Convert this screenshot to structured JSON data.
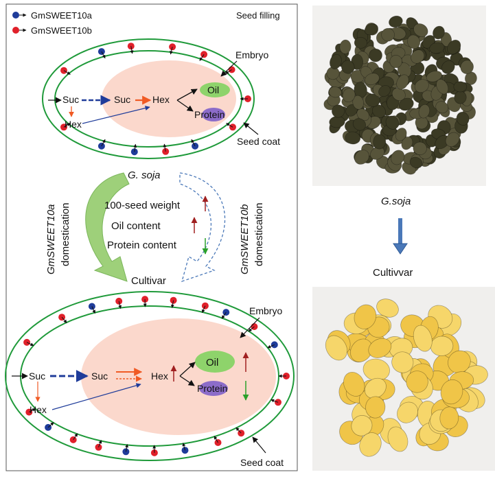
{
  "legend": {
    "transporter_a": "GmSWEET10a",
    "transporter_b": "GmSWEET10b",
    "stage": "Seed filling"
  },
  "colors": {
    "transporter_a": "#1f3c9a",
    "transporter_b": "#e0202a",
    "membrane": "#1f9a3a",
    "embryo": "#fbd8cc",
    "oil": "#8ed36b",
    "protein": "#8c6cc9",
    "domestication_a": "#9ed07a",
    "domestication_b": "#4a78b8",
    "increase": "#a02020",
    "decrease": "#2aa02a",
    "suc_arrow": "#1f3c9a",
    "hex_arrow": "#f05a24"
  },
  "wild_seed": {
    "suc_outer": "Suc",
    "hex_outer": "Hex",
    "suc_inner": "Suc",
    "hex_inner": "Hex",
    "oil": "Oil",
    "protein": "Protein",
    "embryo": "Embryo",
    "seed_coat": "Seed coat"
  },
  "domestication": {
    "wild": "G. soja",
    "cultivar": "Cultivar",
    "left_gene": "GmSWEET10a",
    "right_gene": "GmSWEET10b",
    "left_word": "domestication",
    "right_word": "domestication",
    "traits": [
      {
        "label": "100-seed weight",
        "trend": "up"
      },
      {
        "label": "Oil content",
        "trend": "up"
      },
      {
        "label": "Protein content",
        "trend": "down"
      }
    ]
  },
  "cultivar_seed": {
    "suc_outer": "Suc",
    "hex_outer": "Hex",
    "suc_inner": "Suc",
    "hex_inner": "Hex",
    "oil": "Oil",
    "protein": "Protein",
    "embryo": "Embryo",
    "seed_coat": "Seed coat"
  },
  "photos": {
    "wild_label": "G.soja",
    "cultivar_label": "Cultivvar",
    "wild_color": "#3b3a24",
    "cultivar_color": "#f0c548"
  }
}
